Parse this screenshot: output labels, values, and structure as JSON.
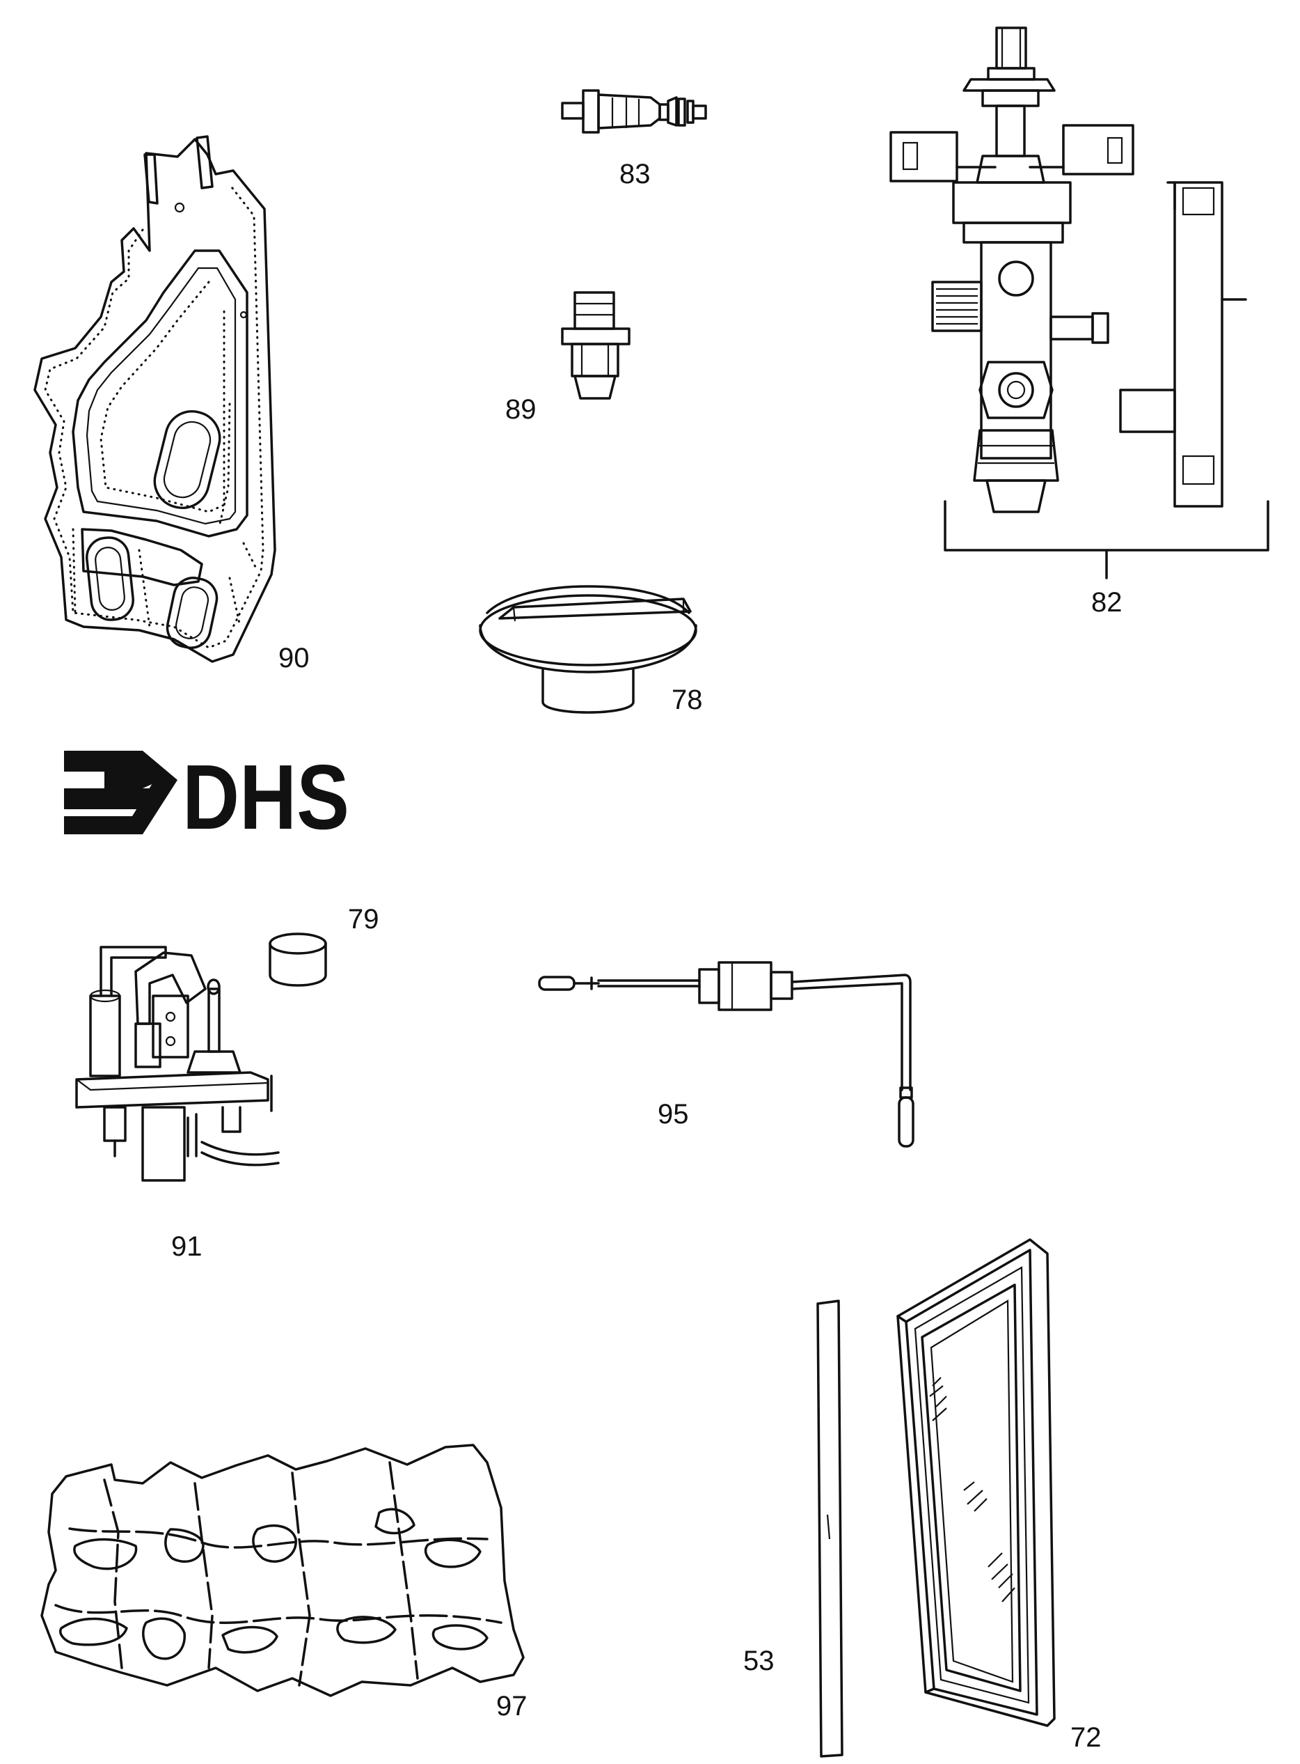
{
  "brand": {
    "logo_text": "DHS"
  },
  "parts": [
    {
      "id": "part-90",
      "label": "90"
    },
    {
      "id": "part-83",
      "label": "83"
    },
    {
      "id": "part-89",
      "label": "89"
    },
    {
      "id": "part-78",
      "label": "78"
    },
    {
      "id": "part-82",
      "label": "82"
    },
    {
      "id": "part-79",
      "label": "79"
    },
    {
      "id": "part-91",
      "label": "91"
    },
    {
      "id": "part-95",
      "label": "95"
    },
    {
      "id": "part-97",
      "label": "97"
    },
    {
      "id": "part-53",
      "label": "53"
    },
    {
      "id": "part-72",
      "label": "72"
    }
  ]
}
